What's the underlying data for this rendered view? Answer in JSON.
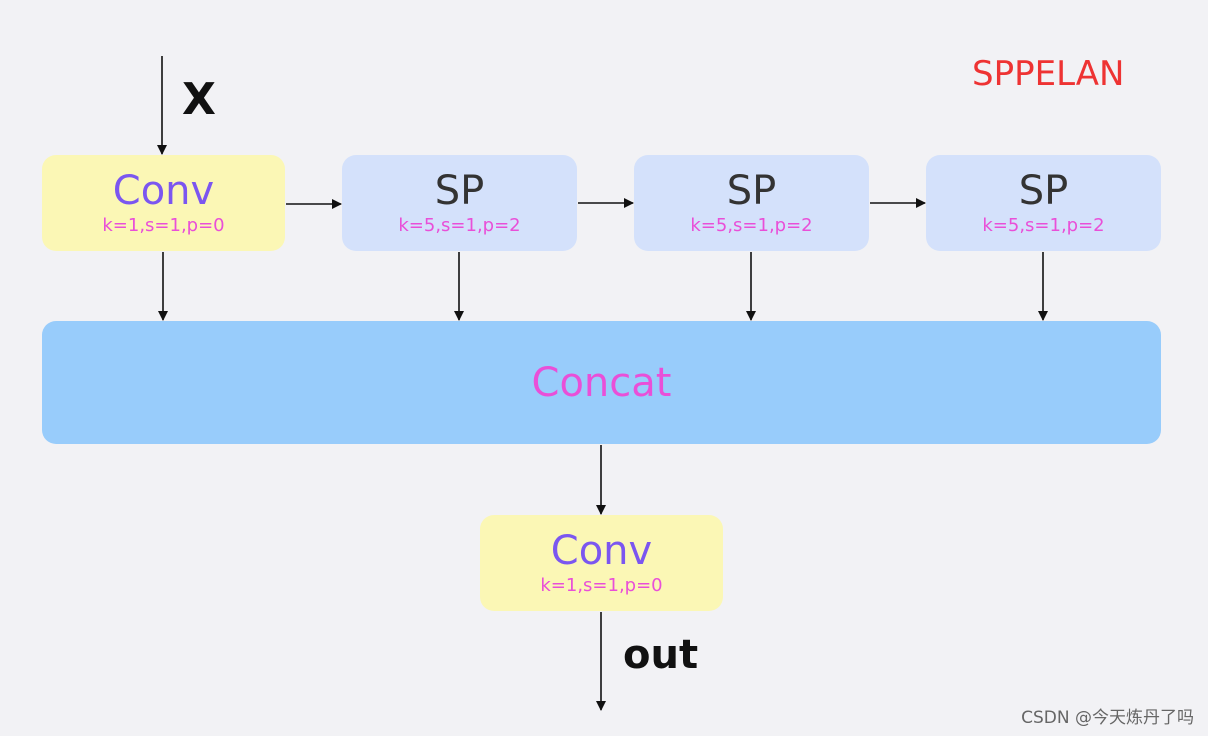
{
  "diagram": {
    "title": "SPPELAN",
    "input_label": "X",
    "output_label": "out",
    "conv_top": {
      "title": "Conv",
      "params": "k=1,s=1,p=0"
    },
    "sp1": {
      "title": "SP",
      "params": "k=5,s=1,p=2"
    },
    "sp2": {
      "title": "SP",
      "params": "k=5,s=1,p=2"
    },
    "sp3": {
      "title": "SP",
      "params": "k=5,s=1,p=2"
    },
    "concat": {
      "title": "Concat"
    },
    "conv_bottom": {
      "title": "Conv",
      "params": "k=1,s=1,p=0"
    },
    "watermark": "CSDN @今天炼丹了吗"
  },
  "colors": {
    "title_red": "#ee3333",
    "conv_fill": "#fbf7b5",
    "sp_fill": "#d4e1fb",
    "concat_fill": "#98ccfb",
    "conv_text": "#7b56f0",
    "param_text": "#e94fd8",
    "background": "#f2f2f5"
  }
}
